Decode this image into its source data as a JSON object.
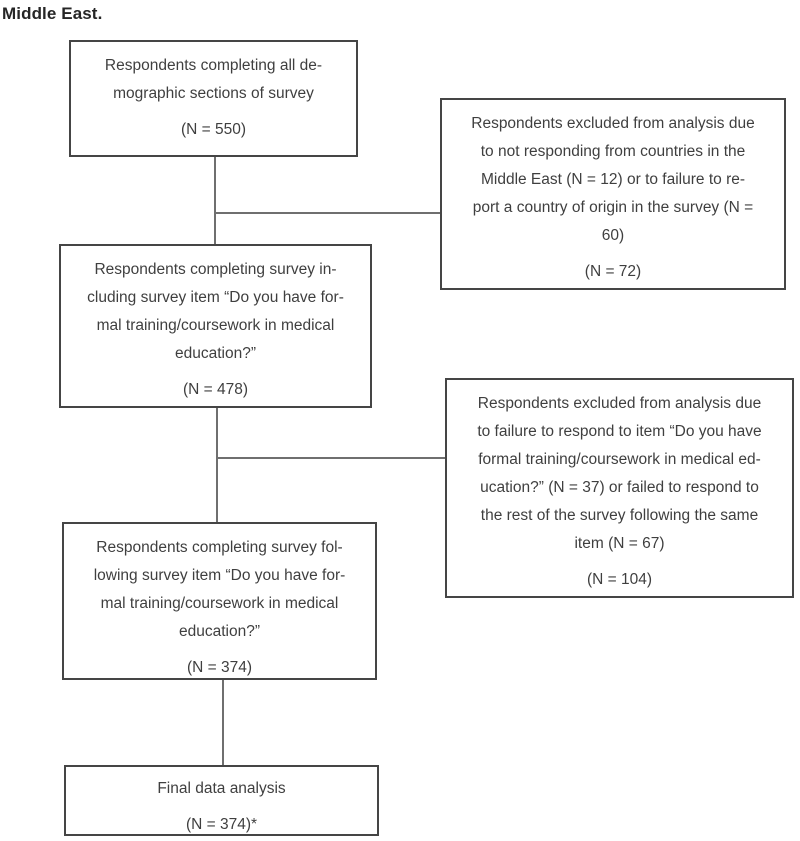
{
  "title": "Middle East.",
  "colors": {
    "background": "#ffffff",
    "box-border": "#454545",
    "connector": "#6f6f6f",
    "text": "#3f3f3f",
    "title-text": "#262626"
  },
  "nodes": {
    "demographics": {
      "lines": [
        "Respondents completing all de-",
        "mographic sections of survey"
      ],
      "n": "(N = 550)"
    },
    "excluded_country": {
      "lines": [
        "Respondents excluded from analysis due",
        "to not responding from countries in the",
        "Middle East (N = 12) or to failure to re-",
        "port a country of origin in the survey (N =",
        "60)"
      ],
      "n": "(N = 72)"
    },
    "including_item": {
      "lines": [
        "Respondents completing survey in-",
        "cluding survey item “Do you have for-",
        "mal training/coursework in medical",
        "education?”"
      ],
      "n": "(N = 478)"
    },
    "excluded_item": {
      "lines": [
        "Respondents excluded from analysis due",
        "to failure to respond to item “Do you have",
        "formal training/coursework in medical ed-",
        "ucation?” (N = 37) or failed to respond to",
        "the rest of the survey following the same",
        "item (N = 67)"
      ],
      "n": "(N = 104)"
    },
    "following_item": {
      "lines": [
        "Respondents completing survey fol-",
        "lowing survey item “Do you have for-",
        "mal training/coursework in medical",
        "education?”"
      ],
      "n": "(N = 374)"
    },
    "final_analysis": {
      "lines": [
        "Final data analysis"
      ],
      "n": "(N = 374)*"
    }
  }
}
